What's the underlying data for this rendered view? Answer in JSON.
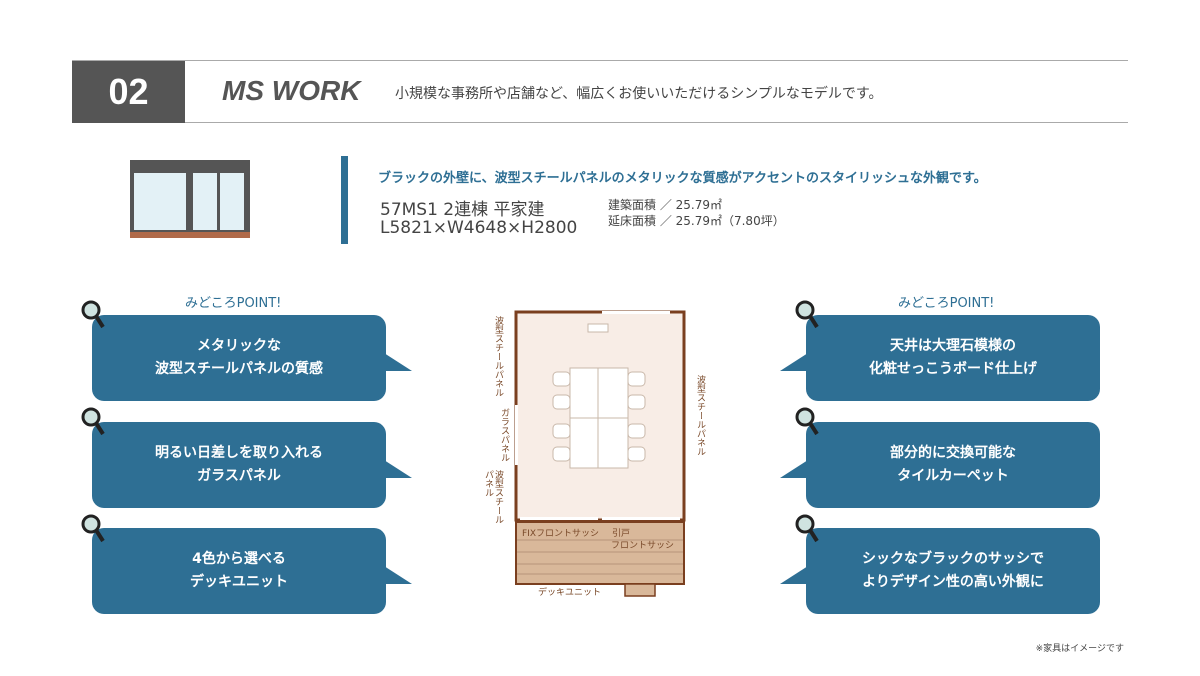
{
  "header": {
    "number": "02",
    "title": "MS WORK",
    "description": "小規模な事務所や店舗など、幅広くお使いいただけるシンプルなモデルです。"
  },
  "summary": {
    "lead": "ブラックの外壁に、波型スチールパネルのメタリックな質感がアクセントのスタイリッシュな外観です。",
    "model": "57MS1 2連棟 平家建",
    "dimensions": "L5821×W4648×H2800",
    "building_area": "建築面積 ／ 25.79㎡",
    "floor_area": "延床面積 ／ 25.79㎡（7.80坪）"
  },
  "colors": {
    "accent": "#2e6f94",
    "header_dark": "#555555",
    "wall": "#7a3f1f",
    "deck": "#d9b89a"
  },
  "left": {
    "heading": "みどころPOINT!",
    "points": [
      {
        "line1": "メタリックな",
        "line2": "波型スチールパネルの質感"
      },
      {
        "line1": "明るい日差しを取り入れる",
        "line2": "ガラスパネル"
      },
      {
        "line1": "4色から選べる",
        "line2": "デッキユニット"
      }
    ]
  },
  "right": {
    "heading": "みどころPOINT!",
    "points": [
      {
        "line1": "天井は大理石模様の",
        "line2": "化粧せっこうボード仕上げ"
      },
      {
        "line1": "部分的に交換可能な",
        "line2": "タイルカーペット"
      },
      {
        "line1": "シックなブラックのサッシで",
        "line2": "よりデザイン性の高い外観に"
      }
    ]
  },
  "floorplan": {
    "left_top": "波型スチールパネル",
    "left_mid": "ガラスパネル",
    "left_bottom_a": "波型スチール",
    "left_bottom_b": "パネル",
    "right": "波型スチールパネル",
    "fix_sash": "FIXフロントサッシ",
    "sliding_a": "引戸",
    "sliding_b": "フロントサッシ",
    "deck": "デッキユニット"
  },
  "footnote": "※家具はイメージです"
}
